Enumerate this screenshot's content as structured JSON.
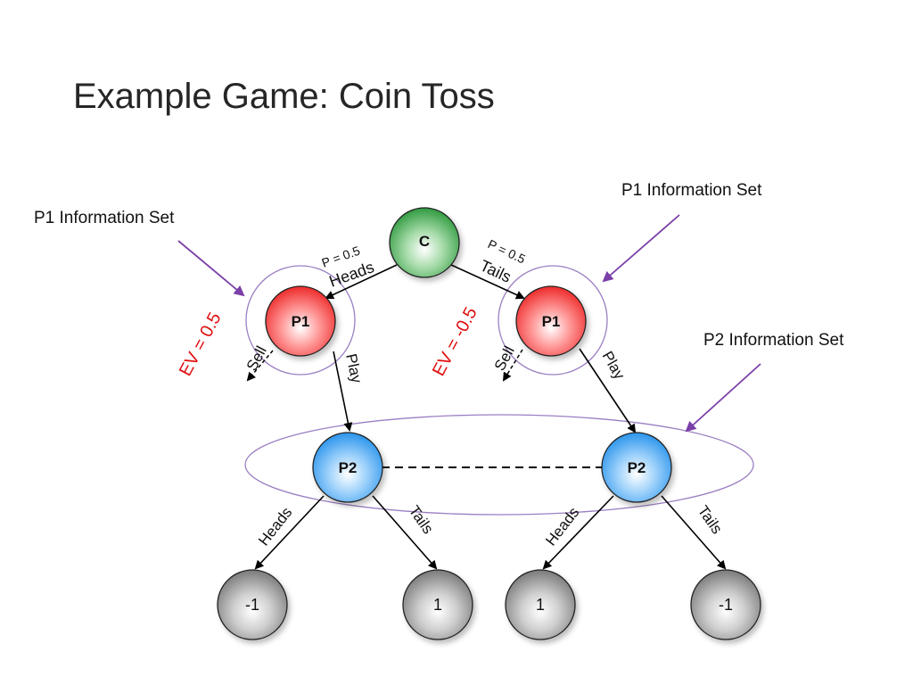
{
  "slide": {
    "title": "Example Game: Coin Toss"
  },
  "nodes": {
    "chance": "C",
    "p1_left": "P1",
    "p1_right": "P1",
    "p2_left": "P2",
    "p2_right": "P2"
  },
  "leaves": [
    "-1",
    "1",
    "1",
    "-1"
  ],
  "edges": {
    "chance_left_prob": "P = 0.5",
    "chance_left_label": "Heads",
    "chance_right_prob": "P = 0.5",
    "chance_right_label": "Tails",
    "p1_left_sell": "Sell",
    "p1_left_play": "Play",
    "p1_right_sell": "Sell",
    "p1_right_play": "Play",
    "p2_left_heads": "Heads",
    "p2_left_tails": "Tails",
    "p2_right_heads": "Heads",
    "p2_right_tails": "Tails"
  },
  "expected_values": {
    "left": "EV = 0.5",
    "right": "EV = -0.5"
  },
  "callouts": {
    "p1_info_set_left": "P1 Information Set",
    "p1_info_set_right": "P1 Information Set",
    "p2_info_set": "P2 Information Set"
  },
  "colors": {
    "chance_node": "#3aa84a",
    "p1_node": "#f23a3a",
    "p2_node": "#3a9ef0",
    "leaf_node": "#8a8a8a",
    "info_set_outline": "#9b7fc2",
    "callout_arrow": "#7b3fa8",
    "ev_text": "#e01010"
  }
}
